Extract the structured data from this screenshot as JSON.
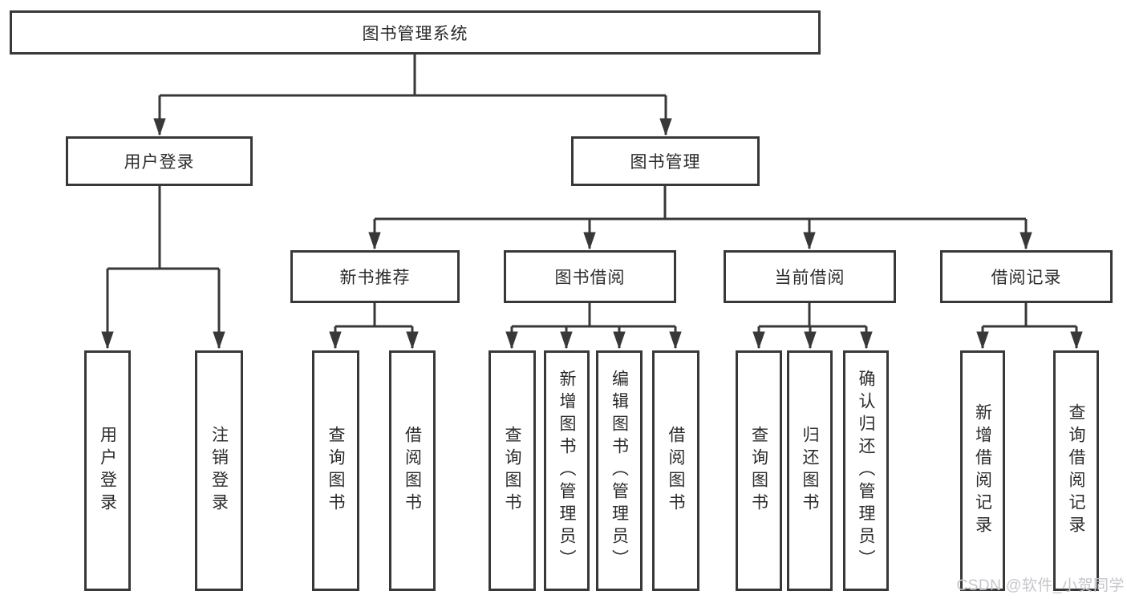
{
  "colors": {
    "line": "#383838",
    "box_border": "#383838",
    "text": "#2b2b2b",
    "background": "#ffffff",
    "watermark": "#c6c6cb"
  },
  "watermark": "CSDN @软件_小贺同学",
  "tree": {
    "root": {
      "label": "图书管理系统"
    },
    "children": [
      {
        "label": "用户登录",
        "children": [
          {
            "label": "用户登录"
          },
          {
            "label": "注销登录"
          }
        ]
      },
      {
        "label": "图书管理",
        "children": [
          {
            "label": "新书推荐",
            "children": [
              {
                "label": "查询图书"
              },
              {
                "label": "借阅图书"
              }
            ]
          },
          {
            "label": "图书借阅",
            "children": [
              {
                "label": "查询图书"
              },
              {
                "label": "新增图书（管理员）"
              },
              {
                "label": "编辑图书（管理员）"
              },
              {
                "label": "借阅图书"
              }
            ]
          },
          {
            "label": "当前借阅",
            "children": [
              {
                "label": "查询图书"
              },
              {
                "label": "归还图书"
              },
              {
                "label": "确认归还（管理员）"
              }
            ]
          },
          {
            "label": "借阅记录",
            "children": [
              {
                "label": "新增借阅记录"
              },
              {
                "label": "查询借阅记录"
              }
            ]
          }
        ]
      }
    ]
  }
}
